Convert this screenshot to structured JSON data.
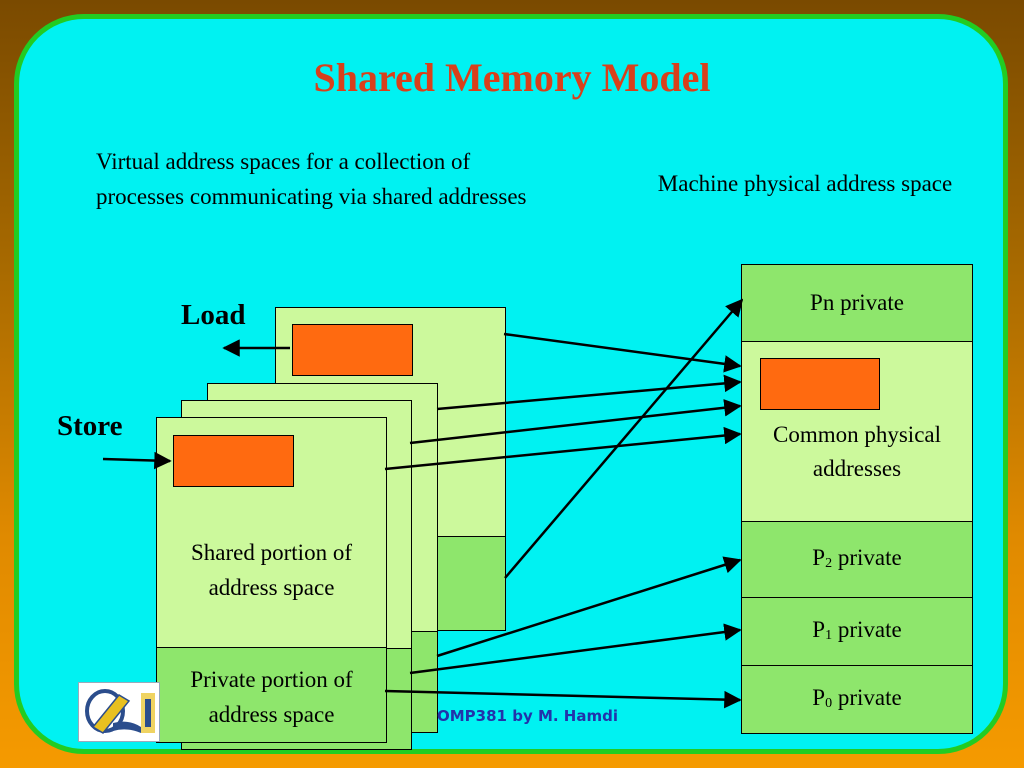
{
  "slide": {
    "title": "Shared Memory Model",
    "caption_left": "Virtual address spaces for a collection of processes communicating via shared addresses",
    "caption_right": "Machine physical address space"
  },
  "labels": {
    "load": "Load",
    "store": "Store"
  },
  "process_space": {
    "shared_label": "Shared portion of address space",
    "private_label": "Private portion of address space"
  },
  "physical_memory": {
    "segments": [
      {
        "prefix": "P",
        "suffix": "n",
        "suffix_style": "inline",
        "text": " private",
        "kind": "private"
      },
      {
        "text": "Common physical addresses",
        "kind": "shared"
      },
      {
        "prefix": "P",
        "suffix": "2",
        "suffix_style": "subscript",
        "text": " private",
        "kind": "private"
      },
      {
        "prefix": "P",
        "suffix": "1",
        "suffix_style": "subscript",
        "text": " private",
        "kind": "private"
      },
      {
        "prefix": "P",
        "suffix": "0",
        "suffix_style": "subscript",
        "text": " private",
        "kind": "private"
      }
    ]
  },
  "footer": {
    "text": "OMP381 by M. Hamdi"
  },
  "colors": {
    "title": "#d8401b",
    "panel": "#00f2f2",
    "panel_border": "#22cc22",
    "shared_region": "#ccf99c",
    "private_region": "#8ee66c",
    "shared_block": "#ff6a10"
  }
}
